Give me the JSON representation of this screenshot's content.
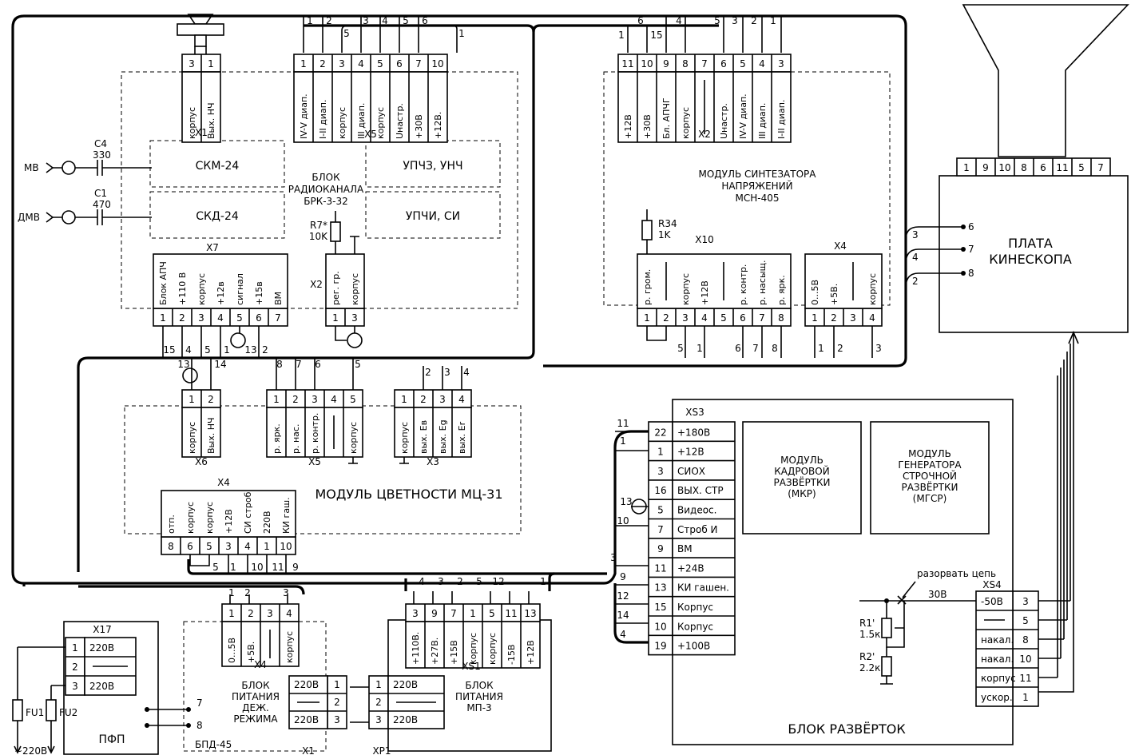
{
  "radio_block": {
    "title": [
      "БЛОК",
      "РАДИОКАНАЛА",
      "БРК-3-32"
    ],
    "skm": "СКМ-24",
    "skd": "СКД-24",
    "upchz": "УПЧЗ, УНЧ",
    "upchi": "УПЧИ, СИ",
    "r7": [
      "R7*",
      "10K"
    ],
    "x1": {
      "name": "X1",
      "pins": [
        "3",
        "1"
      ],
      "labels": [
        "корпус",
        "Вых. НЧ"
      ]
    },
    "x5": {
      "name": "X5",
      "pins": [
        "1",
        "2",
        "3",
        "4",
        "5",
        "6",
        "7",
        "10"
      ],
      "labels": [
        "IV-V диап.",
        "I-II диап.",
        "корпус",
        "III диап.",
        "корпус",
        "Uнастр.",
        "+30В",
        "+12В."
      ]
    },
    "x7": {
      "name": "X7",
      "pins": [
        "1",
        "2",
        "3",
        "4",
        "5",
        "6",
        "7"
      ],
      "labels": [
        "Блок АПЧ",
        "+110 В",
        "корпус",
        "+12в",
        "сигнал",
        "+15в",
        "ВМ"
      ]
    },
    "x2": {
      "name": "X2",
      "pins": [
        "1",
        "3"
      ],
      "labels": [
        "рег. гр.",
        "корпус"
      ]
    }
  },
  "antennas": {
    "mv": "МВ",
    "dmv": "ДМВ",
    "c4": [
      "C4",
      "330"
    ],
    "c1": [
      "C1",
      "470"
    ]
  },
  "synth": {
    "title": [
      "МОДУЛЬ СИНТЕЗАТОРА",
      "НАПРЯЖЕНИЙ",
      "МСН-405"
    ],
    "r34": [
      "R34",
      "1K"
    ],
    "x2": {
      "name": "X2",
      "pins": [
        "11",
        "10",
        "9",
        "8",
        "7",
        "6",
        "5",
        "4",
        "3"
      ],
      "labels": [
        "+12В",
        "+30В",
        "Бл. АПЧГ",
        "корпус",
        "",
        "Uнастр.",
        "IV-V диап.",
        "III диап.",
        "I-II диап."
      ]
    },
    "x10": {
      "name": "X10",
      "pins": [
        "1",
        "2",
        "3",
        "4",
        "5",
        "6",
        "7",
        "8"
      ],
      "labels": [
        "р. гром.",
        "",
        "корпус",
        "+12В",
        "",
        "р. контр.",
        "р. насыщ.",
        "р. ярк."
      ]
    },
    "x4": {
      "name": "X4",
      "pins": [
        "1",
        "2",
        "3",
        "4"
      ],
      "labels": [
        "0...5В",
        "+5В.",
        "",
        "корпус"
      ]
    }
  },
  "kinescope": {
    "title": [
      "ПЛАТА",
      "КИНЕСКОПА"
    ],
    "pins": [
      "1",
      "9",
      "10",
      "8",
      "6",
      "11",
      "5",
      "7"
    ],
    "side_pins": [
      "6",
      "7",
      "8"
    ],
    "wire_nums": [
      "3",
      "4",
      "2"
    ]
  },
  "color": {
    "title": "МОДУЛЬ ЦВЕТНОСТИ  МЦ-31",
    "x6": {
      "name": "X6",
      "pins": [
        "1",
        "2"
      ],
      "labels": [
        "корпус",
        "Вых. НЧ"
      ]
    },
    "x5": {
      "name": "X5",
      "pins": [
        "1",
        "2",
        "3",
        "4",
        "5"
      ],
      "labels": [
        "р. ярк.",
        "р. нас.",
        "р. контр.",
        "",
        "корпус"
      ]
    },
    "x3": {
      "name": "X3",
      "pins": [
        "1",
        "2",
        "3",
        "4"
      ],
      "labels": [
        "корпус",
        "вых. Ев",
        "вых. Еg",
        "вых. Еr"
      ]
    },
    "x4": {
      "name": "X4",
      "pins": [
        "8",
        "6",
        "5",
        "3",
        "4",
        "1",
        "10"
      ],
      "labels": [
        "отп.",
        "корпус",
        "корпус",
        "+12В",
        "СИ строб",
        "220В",
        "КИ гаш."
      ]
    }
  },
  "scan": {
    "title": "БЛОК  РАЗВЁРТОК",
    "xs3": {
      "name": "XS3",
      "pins": [
        "22",
        "1",
        "3",
        "16",
        "5",
        "7",
        "9",
        "11",
        "13",
        "15",
        "10",
        "19"
      ],
      "labels": [
        "+180В",
        "+12В",
        "СИОХ",
        "ВЫХ. СТР",
        "Видеос.",
        "Строб И",
        "ВМ",
        "+24В",
        "КИ гашен.",
        "Корпус",
        "Корпус",
        "+100В"
      ]
    },
    "mkr": [
      "МОДУЛЬ",
      "КАДРОВОЙ",
      "РАЗВЁРТКИ",
      "(МКР)"
    ],
    "mgsr": [
      "МОДУЛЬ",
      "ГЕНЕРАТОРА",
      "СТРОЧНОЙ",
      "РАЗВЁРТКИ",
      "(МГСР)"
    ],
    "xs4": {
      "name": "XS4",
      "pins": [
        "3",
        "5",
        "8",
        "10",
        "11",
        "1"
      ],
      "labels": [
        "-50В",
        "",
        "накал.",
        "накал.",
        "корпус",
        "ускор."
      ]
    },
    "break_note": "разорвать цепь",
    "v30": "30В",
    "r1": [
      "R1'",
      "1.5к"
    ],
    "r2": [
      "R2'",
      "2.2к"
    ]
  },
  "pfp": {
    "name": "ПФП",
    "x17": {
      "name": "X17",
      "pins": [
        "1",
        "2",
        "3"
      ],
      "labels": [
        "220В",
        "",
        "220В"
      ]
    },
    "fu1": "FU1",
    "fu2": "FU2",
    "mains": "~220В"
  },
  "bpd": {
    "title": [
      "БЛОК",
      "ПИТАНИЯ",
      "ДЕЖ.",
      "РЕЖИМА"
    ],
    "name": "БПД-45",
    "x4": {
      "name": "X4",
      "pins": [
        "1",
        "2",
        "3",
        "4"
      ],
      "labels": [
        "0...5В",
        "+5В.",
        "",
        "корпус"
      ]
    },
    "x1": {
      "name": "X1",
      "pins": [
        "1",
        "2",
        "3"
      ],
      "labels": [
        "220В",
        "",
        "220В"
      ]
    },
    "pins_7_8": [
      "7",
      "8"
    ]
  },
  "mp3": {
    "title": [
      "БЛОК",
      "ПИТАНИЯ",
      "МП-3"
    ],
    "xs1": {
      "name": "XS1",
      "pins": [
        "3",
        "9",
        "7",
        "1",
        "5",
        "11",
        "13"
      ],
      "labels": [
        "+110В.",
        "+27В.",
        "+15В",
        "корпус",
        "корпус",
        "-15В",
        "+12В"
      ]
    },
    "xp1": {
      "name": "XP1",
      "pins": [
        "1",
        "2",
        "3"
      ],
      "labels": [
        "220В",
        "",
        "220В"
      ]
    }
  },
  "wires": {
    "top_x5": [
      "1",
      "2",
      "3",
      "4",
      "5",
      "6",
      "5",
      "1"
    ],
    "top_x2": [
      "1",
      "15",
      "6",
      "4",
      "5",
      "3",
      "2",
      "1"
    ],
    "x7_bottom": [
      "15",
      "4",
      "5",
      "1",
      "13",
      "2"
    ],
    "x10_bottom": [
      "5",
      "1",
      "6",
      "7",
      "8"
    ],
    "x4syn_bottom": [
      "1",
      "2",
      "3"
    ],
    "x6_top": [
      "13",
      "14"
    ],
    "x5c_top": [
      "8",
      "7",
      "6",
      "5"
    ],
    "x3c_top": [
      "2",
      "3",
      "4"
    ],
    "x4c_bottom": [
      "5",
      "1",
      "10",
      "11",
      "9"
    ],
    "xs3_left": [
      "11",
      "1",
      "13",
      "10",
      "3",
      "9",
      "12",
      "14",
      "4"
    ],
    "bpd_top": [
      "1",
      "2",
      "3"
    ],
    "mp3_top": [
      "4",
      "3",
      "2",
      "5",
      "12",
      "1"
    ]
  }
}
